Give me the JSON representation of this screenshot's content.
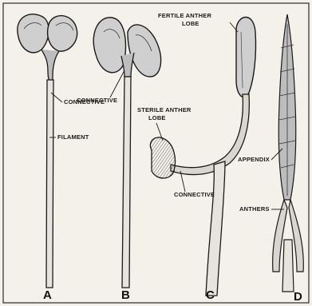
{
  "figure": {
    "panels": [
      {
        "letter": "A"
      },
      {
        "letter": "B"
      },
      {
        "letter": "C"
      },
      {
        "letter": "D"
      }
    ],
    "labels": {
      "connective_a": "CONNECTIVE",
      "filament": "FILAMENT",
      "connective_b": "CONNECTIVE",
      "fertile_top_line1": "FERTILE ANTHER",
      "fertile_top_line2": "LOBE",
      "sterile_line1": "STERILE ANTHER",
      "sterile_line2": "LOBE",
      "connective_c": "CONNECTIVE",
      "appendix": "APPENDIX",
      "anthers": "ANTHERS"
    },
    "colors": {
      "ink": "#1a1a1a",
      "paper": "#f3f1ea",
      "shade": "#9a9a9a"
    }
  }
}
